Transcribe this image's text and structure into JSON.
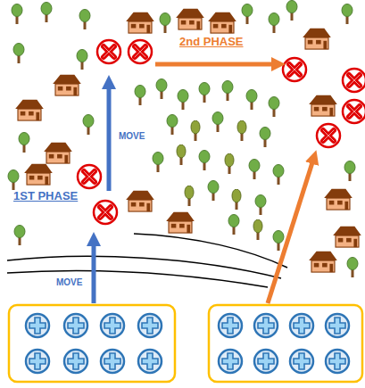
{
  "diagram": {
    "labels": [
      "2nd PHASE",
      "MOVE",
      "1ST PHASE",
      "MOVE"
    ]
  }
}
